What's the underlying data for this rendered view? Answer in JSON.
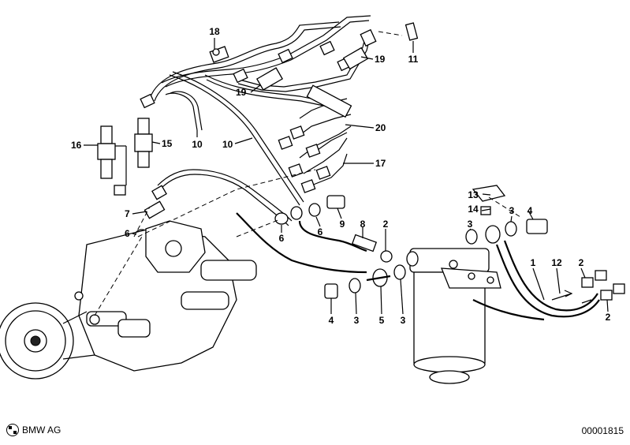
{
  "callouts": [
    {
      "id": "c18",
      "text": "18"
    },
    {
      "id": "c19a",
      "text": "19"
    },
    {
      "id": "c19b",
      "text": "19"
    },
    {
      "id": "c11",
      "text": "11"
    },
    {
      "id": "c20",
      "text": "20"
    },
    {
      "id": "c17",
      "text": "17"
    },
    {
      "id": "c16",
      "text": "16"
    },
    {
      "id": "c15",
      "text": "15"
    },
    {
      "id": "c10a",
      "text": "10"
    },
    {
      "id": "c10b",
      "text": "10"
    },
    {
      "id": "c7",
      "text": "7"
    },
    {
      "id": "c6a",
      "text": "6"
    },
    {
      "id": "c6b",
      "text": "6"
    },
    {
      "id": "c6c",
      "text": "6"
    },
    {
      "id": "c9",
      "text": "9"
    },
    {
      "id": "c8",
      "text": "8"
    },
    {
      "id": "c2a",
      "text": "2"
    },
    {
      "id": "c13",
      "text": "13"
    },
    {
      "id": "c14",
      "text": "14"
    },
    {
      "id": "c3a",
      "text": "3"
    },
    {
      "id": "c3b",
      "text": "3"
    },
    {
      "id": "c4a",
      "text": "4"
    },
    {
      "id": "c1",
      "text": "1"
    },
    {
      "id": "c12",
      "text": "12"
    },
    {
      "id": "c2b",
      "text": "2"
    },
    {
      "id": "c2c",
      "text": "2"
    },
    {
      "id": "c4b",
      "text": "4"
    },
    {
      "id": "c3c",
      "text": "3"
    },
    {
      "id": "c5",
      "text": "5"
    },
    {
      "id": "c3d",
      "text": "3"
    }
  ],
  "footer": {
    "brand": "BMW AG",
    "diagram_id": "00001815"
  }
}
